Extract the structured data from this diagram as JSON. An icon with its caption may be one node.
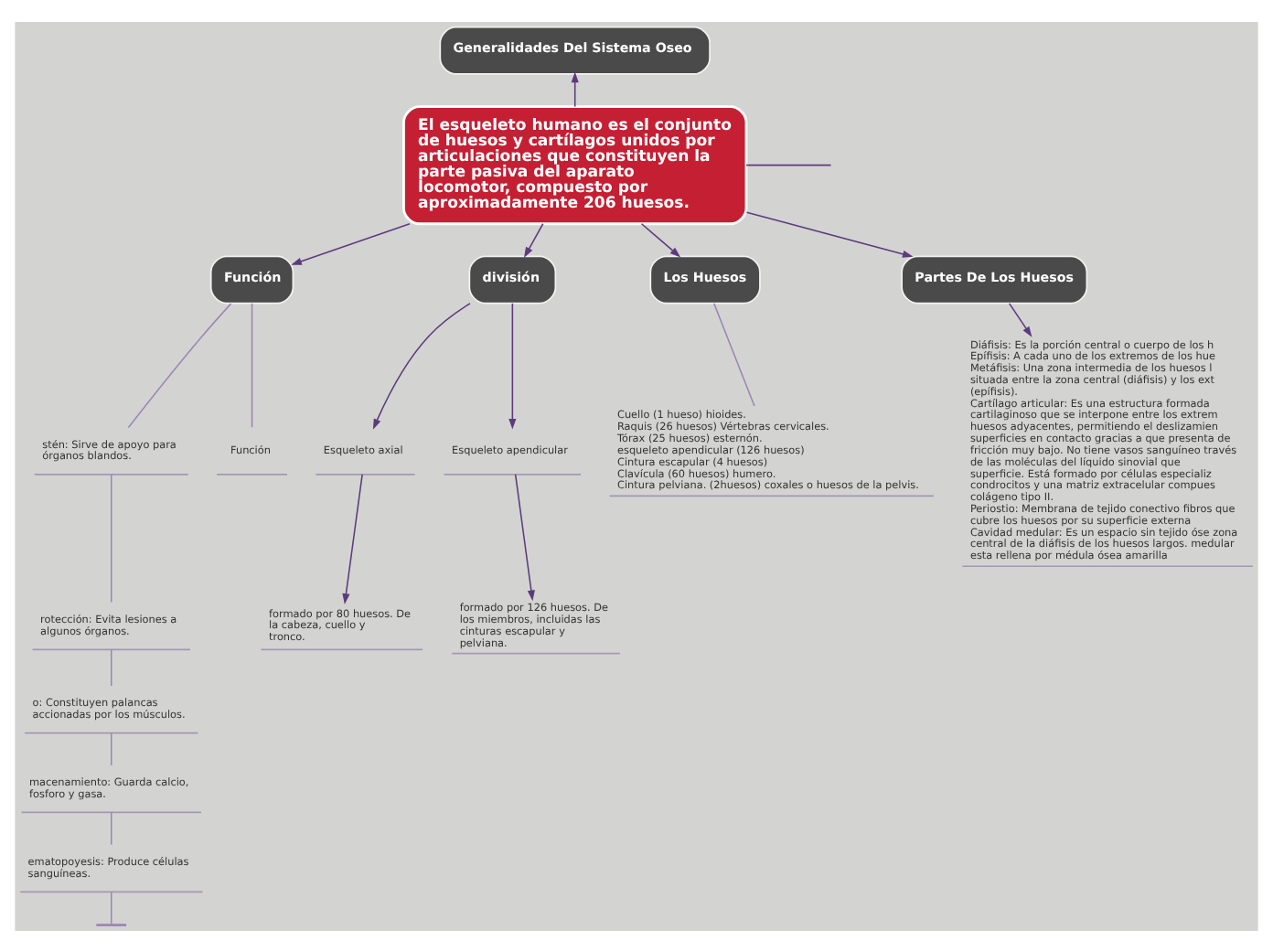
{
  "diagram": {
    "nodes": [
      {
        "text": [
          "Generalidades Del Sistema Oseo"
        ]
      },
      {
        "text": [
          "El esqueleto humano es el conjunto de huesos y cartílagos unidos por articulaciones que constituyen la parte pasiva del aparato locomotor, compuesto por aproximadamente 206 huesos."
        ]
      },
      {
        "text": [
          "Función"
        ]
      },
      {
        "text": [
          "stén: Sirve de apoyo para órganos blandos."
        ]
      },
      {
        "text": [
          "Función"
        ]
      },
      {
        "text": [
          "rotección: Evita lesiones a algunos órganos."
        ]
      },
      {
        "text": [
          "o: Constituyen palancas accionadas por los músculos."
        ]
      },
      {
        "text": [
          "macenamiento: Guarda calcio, fosforo y gasa."
        ]
      },
      {
        "text": [
          "ematopoyesis: Produce células sanguíneas."
        ]
      },
      {
        "text": [],
        "shape": "bar"
      },
      {
        "text": [
          "división"
        ]
      },
      {
        "text": [
          "Esqueleto axial"
        ]
      },
      {
        "text": [
          "formado por 80 huesos. De la cabeza, cuello y tronco."
        ]
      },
      {
        "text": [
          "Esqueleto apendicular"
        ]
      },
      {
        "text": [
          "formado por 126 huesos. De los miembros, incluidas las cinturas escapular y pelviana."
        ]
      },
      {
        "text": [
          "Los Huesos"
        ]
      },
      {
        "text": [
          "Cuello (1 hueso) hioides.",
          "Raquis (26 huesos) Vértebras cervicales.",
          "Tórax (25 huesos) esternón.",
          "esqueleto apendicular (126 huesos)",
          "Cintura escapular (4 huesos)",
          "Clavícula (60 huesos) humero.",
          "Cintura pelviana. (2huesos) coxales o huesos de la pelvis."
        ]
      },
      {
        "text": [
          "Partes De Los Huesos"
        ]
      },
      {
        "text": [
          "Diáfisis: Es la porción central o cuerpo de los h",
          "Epífisis: A cada uno de los extremos de los hue",
          "Metáfisis: Una zona intermedia de los huesos l situada entre la zona central (diáfisis) y los ext (epífisis).",
          "Cartílago articular: Es una estructura formada cartilaginoso que se interpone entre los extrem huesos adyacentes, permitiendo el deslizamien superficies en contacto gracias a que presenta de fricción muy bajo. No tiene vasos sanguíneo través de las moléculas del líquido sinovial que superficie. Está formado por células especializ condrocitos y una matriz extracelular compues colágeno tipo II.",
          "Periostio: Membrana de tejido conectivo fibros que cubre los huesos por su superficie externa",
          "Cavidad medular: Es un espacio sin tejido óse zona central de la diáfisis de los huesos largos. medular esta rellena por médula ósea amarilla"
        ]
      }
    ],
    "edges": [
      {
        "from": 1,
        "to": 0,
        "arrow": "to"
      },
      {
        "from": 1,
        "to": 2,
        "arrow": "to"
      },
      {
        "from": 1,
        "to": null,
        "arrow": "none"
      },
      {
        "from": 1,
        "to": 10,
        "arrow": "to"
      },
      {
        "from": 1,
        "to": 15,
        "arrow": "to"
      },
      {
        "from": 1,
        "to": 17,
        "arrow": "to"
      },
      {
        "from": 2,
        "to": 3,
        "arrow": "none",
        "color": "#9d86b5"
      },
      {
        "from": 2,
        "to": 4,
        "arrow": "none",
        "color": "#9d86b5"
      },
      {
        "from": 3,
        "to": 5,
        "arrow": "none",
        "color": "#9d86b5"
      },
      {
        "from": 5,
        "to": 6,
        "arrow": "none",
        "color": "#9d86b5"
      },
      {
        "from": 6,
        "to": 7,
        "arrow": "none",
        "color": "#9d86b5"
      },
      {
        "from": 7,
        "to": 8,
        "arrow": "none",
        "color": "#9d86b5"
      },
      {
        "from": 8,
        "to": 9,
        "arrow": "none",
        "color": "#9d86b5"
      },
      {
        "from": 10,
        "to": 11,
        "arrow": "to"
      },
      {
        "from": 10,
        "to": 13,
        "arrow": "to"
      },
      {
        "from": 11,
        "to": 12,
        "arrow": "to"
      },
      {
        "from": 13,
        "to": 14,
        "arrow": "to"
      },
      {
        "from": 15,
        "to": 16,
        "arrow": "none",
        "color": "#9d86b5"
      },
      {
        "from": 17,
        "to": 18,
        "arrow": "to"
      }
    ]
  }
}
